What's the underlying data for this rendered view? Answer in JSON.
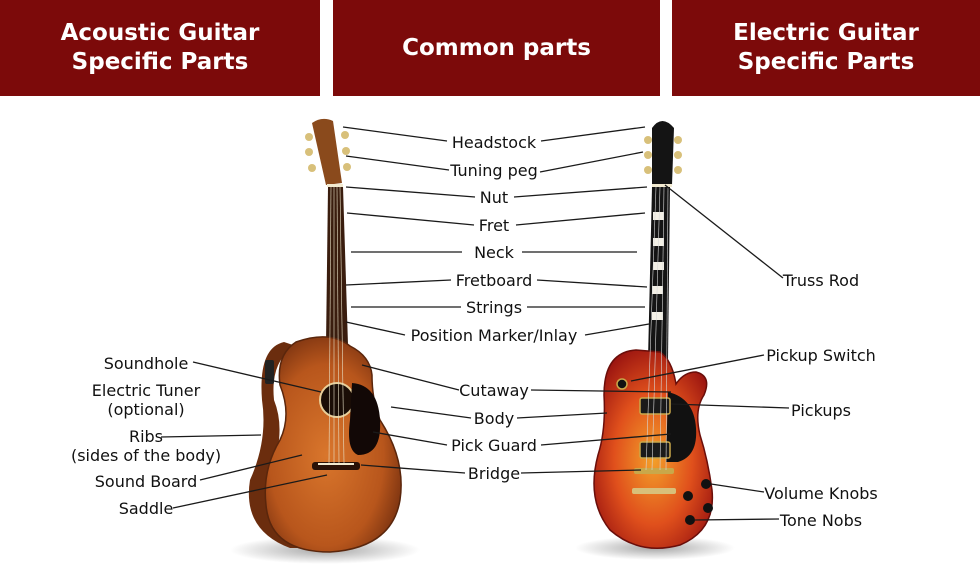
{
  "headers": {
    "acoustic": "Acoustic Guitar\nSpecific Parts",
    "common": "Common parts",
    "electric": "Electric Guitar\nSpecific Parts"
  },
  "common_parts": [
    "Headstock",
    "Tuning peg",
    "Nut",
    "Fret",
    "Neck",
    "Fretboard",
    "Strings",
    "Position Marker/Inlay",
    "Cutaway",
    "Body",
    "Pick Guard",
    "Bridge"
  ],
  "acoustic_parts": [
    "Soundhole",
    "Electric Tuner\n(optional)",
    "Ribs\n(sides of the body)",
    "Sound Board",
    "Saddle"
  ],
  "electric_parts": [
    "Truss Rod",
    "Pickup Switch",
    "Pickups",
    "Volume Knobs",
    "Tone Nobs"
  ],
  "colors": {
    "header_bg": "#7c0a0a",
    "acoustic_body": "#b8561c",
    "electric_body": "#d8301c"
  }
}
